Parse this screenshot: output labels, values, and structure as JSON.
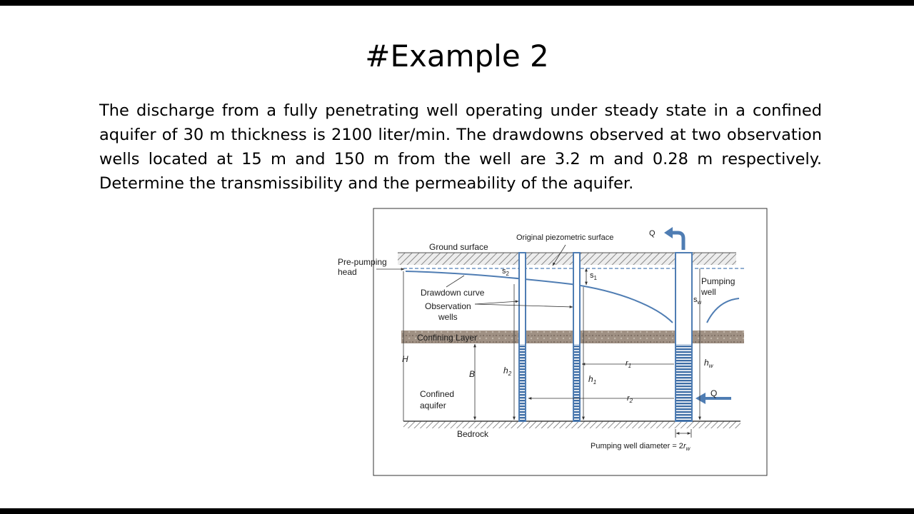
{
  "slide": {
    "title": "#Example 2",
    "problem_text": "The discharge from a fully penetrating well operating under steady state in a confined aquifer of 30 m thickness is 2100 liter/min. The drawdowns observed at two observation wells located at 15 m and 150 m from the well are 3.2 m and 0.28 m respectively. Determine the transmissibility and the permeability of the aquifer."
  },
  "figure": {
    "labels": {
      "ground_surface": "Ground surface",
      "original_piezometric": "Original piezometric surface",
      "pre_pumping_1": "Pre-pumping",
      "pre_pumping_2": "head",
      "drawdown_curve": "Drawdown curve",
      "observation_1": "Observation",
      "observation_2": "wells",
      "confining_layer": "Confining Layer",
      "confined_1": "Confined",
      "confined_2": "aquifer",
      "bedrock": "Bedrock",
      "pumping_well_1": "Pumping",
      "pumping_well_2": "well",
      "q_top": "Q",
      "q_side": "Q",
      "H": "H",
      "B": "B",
      "h": "h",
      "sub_2": "2",
      "sub_1": "1",
      "sub_w": "w",
      "s": "s",
      "r": "r",
      "diameter_caption": "Pumping well diameter = 2",
      "diameter_r": "r"
    },
    "colors": {
      "well_blue": "#4f7db3",
      "screen_blue": "#3e6ea6",
      "confining": "#9c8d80",
      "arrow": "#4f7db3"
    }
  }
}
